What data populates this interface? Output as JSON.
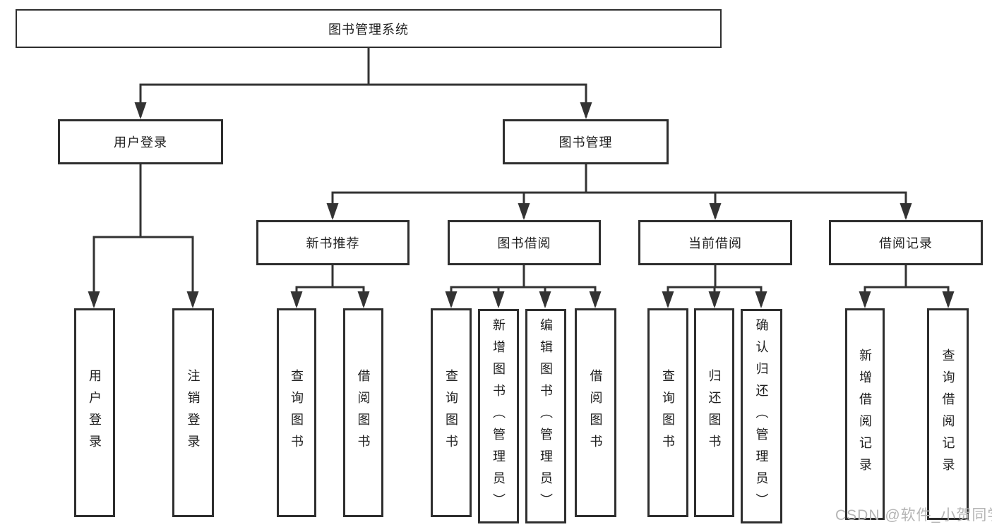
{
  "tree": {
    "root": "图书管理系统",
    "user_login": {
      "label": "用户登录",
      "children": [
        "用户登录",
        "注销登录"
      ]
    },
    "book_management": {
      "label": "图书管理",
      "new_book_recommend": {
        "label": "新书推荐",
        "children": [
          "查询图书",
          "借阅图书"
        ]
      },
      "book_borrowing": {
        "label": "图书借阅",
        "children": [
          "查询图书",
          "新增图书（管理员）",
          "编辑图书（管理员）",
          "借阅图书"
        ]
      },
      "current_borrowing": {
        "label": "当前借阅",
        "children": [
          "查询图书",
          "归还图书",
          "确认归还（管理员）"
        ]
      },
      "borrow_records": {
        "label": "借阅记录",
        "children": [
          "新增借阅记录",
          "查询借阅记录"
        ]
      }
    }
  },
  "watermark": {
    "text": "CSDN @软件_小贺同学"
  },
  "colors": {
    "line": "#333333",
    "box_border": "#2e2e2e",
    "text": "#1f1f1f",
    "watermark": "#b5b5b5",
    "background": "#ffffff"
  }
}
